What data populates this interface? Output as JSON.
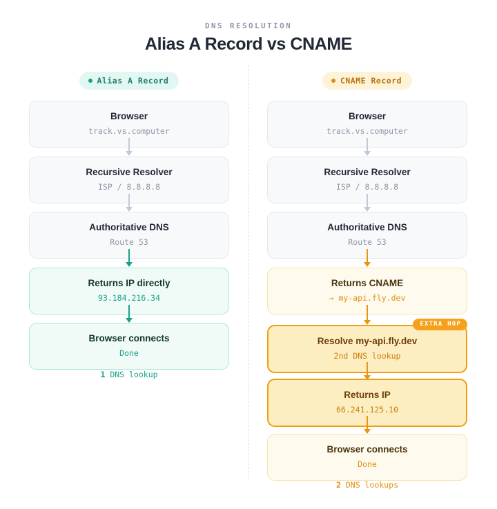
{
  "header": {
    "eyebrow": "DNS RESOLUTION",
    "title": "Alias A Record vs CNAME"
  },
  "colors": {
    "teal": "#17a08a",
    "amber": "#e0900f",
    "hop_badge": "#f5a11b",
    "neutral_text": "#8e97a8",
    "background": "#ffffff"
  },
  "columns": [
    {
      "badge": {
        "label": "Alias A Record",
        "dot": "teal-dot-icon"
      },
      "nodes": [
        {
          "title": "Browser",
          "sub": "track.vs.computer",
          "style": "neutral"
        },
        {
          "title": "Recursive Resolver",
          "sub": "ISP / 8.8.8.8",
          "style": "neutral"
        },
        {
          "title": "Authoritative DNS",
          "sub": "Route 53",
          "style": "neutral"
        },
        {
          "title": "Returns IP directly",
          "sub": "93.184.216.34",
          "style": "teal"
        },
        {
          "title": "Browser connects",
          "sub": "Done",
          "style": "teal"
        }
      ],
      "footer": {
        "count": "1",
        "label": "DNS lookup"
      }
    },
    {
      "badge": {
        "label": "CNAME Record",
        "dot": "amber-dot-icon"
      },
      "nodes": [
        {
          "title": "Browser",
          "sub": "track.vs.computer",
          "style": "neutral"
        },
        {
          "title": "Recursive Resolver",
          "sub": "ISP / 8.8.8.8",
          "style": "neutral"
        },
        {
          "title": "Authoritative DNS",
          "sub": "Route 53",
          "style": "neutral"
        },
        {
          "title": "Returns CNAME",
          "sub": "→ my-api.fly.dev",
          "style": "amber"
        },
        {
          "title": "Resolve my-api.fly.dev",
          "sub": "2nd DNS lookup",
          "style": "amber-strong",
          "badge": "EXTRA HOP"
        },
        {
          "title": "Returns IP",
          "sub": "66.241.125.10",
          "style": "amber-strong"
        },
        {
          "title": "Browser connects",
          "sub": "Done",
          "style": "amber"
        }
      ],
      "footer": {
        "count": "2",
        "label": "DNS lookups"
      }
    }
  ]
}
